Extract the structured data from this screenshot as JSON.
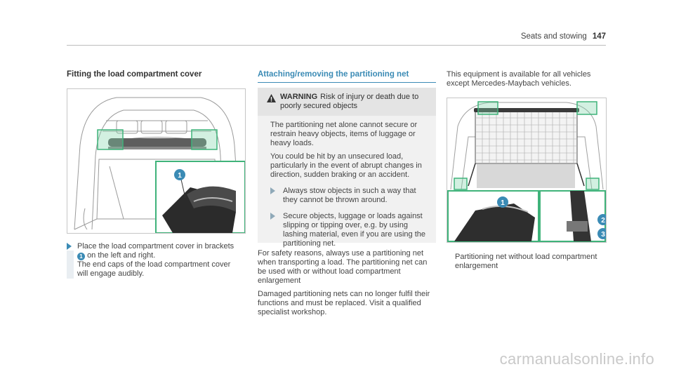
{
  "header": {
    "section": "Seats and stowing",
    "page_number": "147"
  },
  "col1": {
    "heading": "Fitting the load compartment cover",
    "figure": {
      "callout": "1"
    },
    "step": {
      "line1": "Place the load compartment cover in brackets",
      "callout": "1",
      "line2": "on the left and right.",
      "line3": "The end caps of the load compartment cover",
      "line4": "will engage audibly."
    }
  },
  "col2": {
    "heading": "Attaching/removing the partitioning net",
    "warning": {
      "label": "WARNING",
      "title": "Risk of injury or death due to poorly secured objects",
      "p1": "The partitioning net alone cannot secure or restrain heavy objects, items of luggage or heavy loads.",
      "p2": "You could be hit by an unsecured load, particularly in the event of abrupt changes in direction, sudden braking or an accident.",
      "bullet1": "Always stow objects in such a way that they cannot be thrown around.",
      "bullet2": "Secure objects, luggage or loads against slipping or tipping over, e.g. by using lashing material, even if you are using the partitioning net."
    },
    "para1": "For safety reasons, always use a partitioning net when transporting a load. The partitioning net can be used with or without load compartment enlargement",
    "para2": "Damaged partitioning nets can no longer fulfil their functions and must be replaced. Visit a qualified specialist workshop."
  },
  "col3": {
    "intro": "This equipment is available for all vehicles except Mercedes-Maybach vehicles.",
    "figure": {
      "callouts": [
        "1",
        "2",
        "3"
      ]
    },
    "caption": "Partitioning net without load compartment enlargement"
  },
  "watermark": "carmanualsonline.info",
  "colors": {
    "accent": "#3b8bb5",
    "highlight": "#7fd3a8",
    "callout": "#3b8bb5"
  }
}
